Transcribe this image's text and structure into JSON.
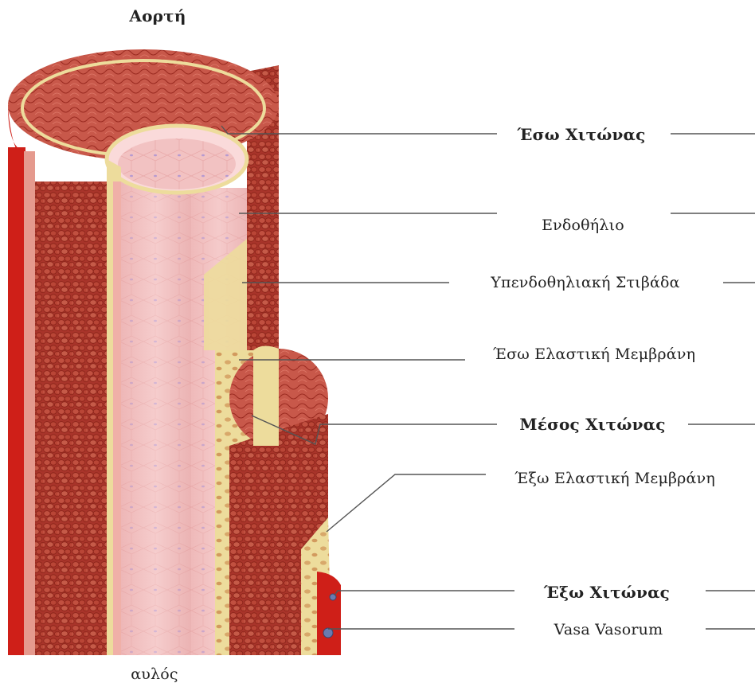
{
  "title": "Αορτή",
  "bottom_label": "αυλός",
  "labels": {
    "intima": "Έσω Χιτώνας",
    "endothelium": "Ενδοθήλιο",
    "subendothelial": "Υπενδοθηλιακή Στιβάδα",
    "internal_elastic": "Έσω Ελαστική Μεμβράνη",
    "media": "Μέσος Χιτώνας",
    "external_elastic": "Έξω Ελαστική Μεμβράνη",
    "adventitia": "Έξω Χιτώνας",
    "vasa": "Vasa Vasorum"
  },
  "colors": {
    "muscle": "#a8342a",
    "muscle_dark": "#8a2318",
    "muscle_light": "#c8584a",
    "lumen": "#f2c2c2",
    "lumen_light": "#fadada",
    "elastic": "#eddc9c",
    "elastic_dark": "#d8bf6a",
    "adventitia": "#cf1f18",
    "line": "#555555"
  }
}
